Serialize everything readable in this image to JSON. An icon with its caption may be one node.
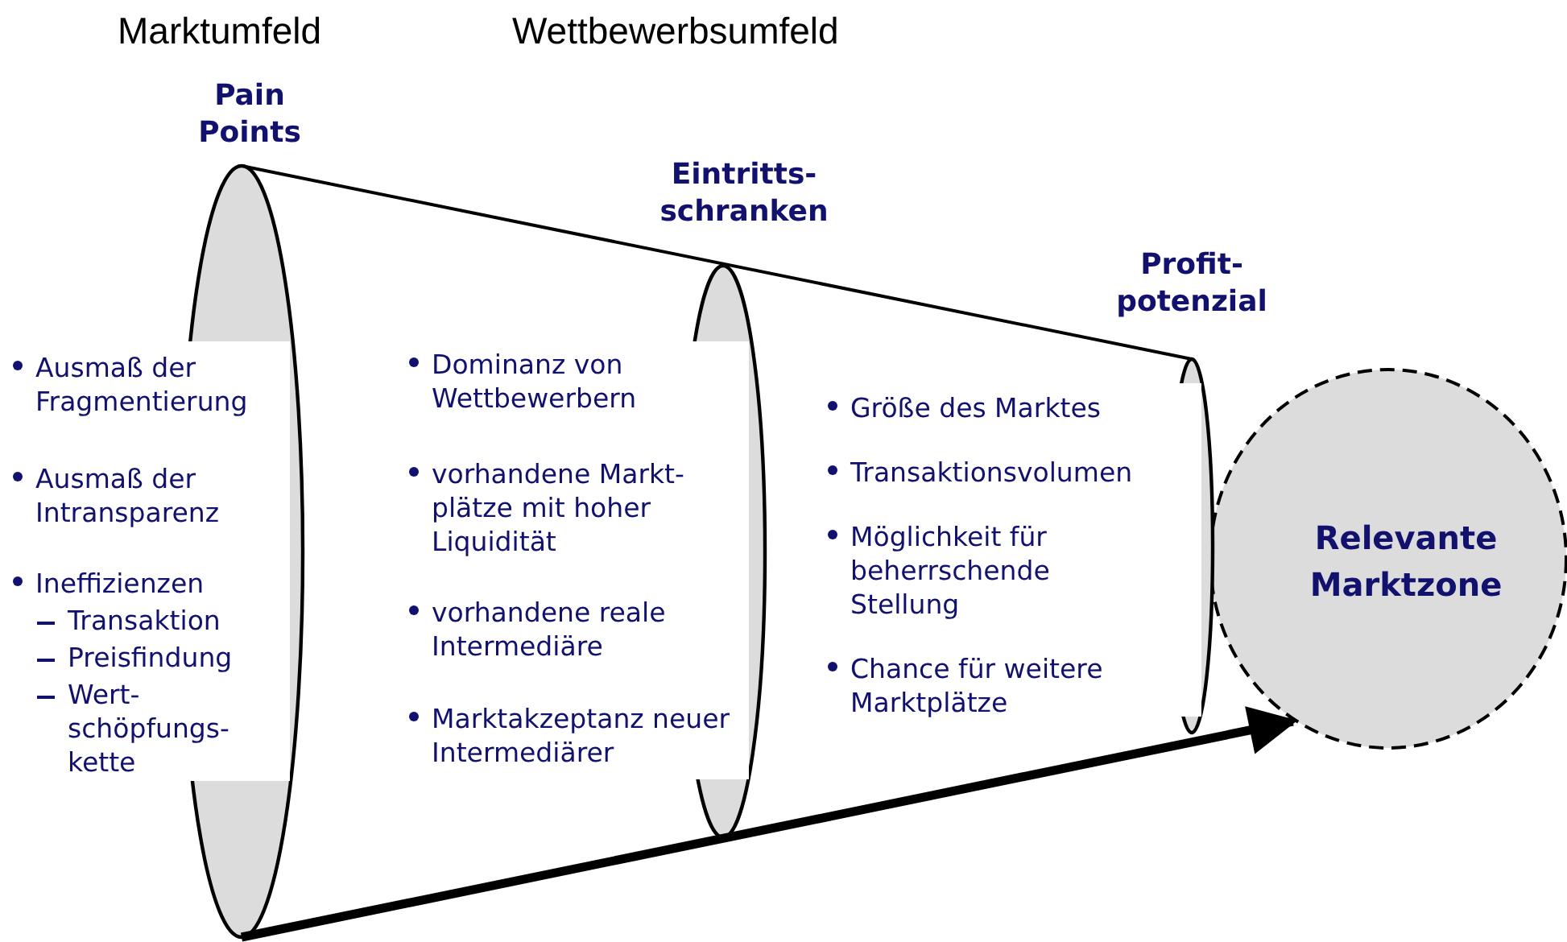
{
  "diagram": {
    "nodes": [
      {
        "text": [
          "Pain Points"
        ]
      },
      {
        "text": [
          "Ausmaß der Fragmentierung",
          "Ausmaß der Intransparenz",
          "Ineffizienzen",
          "Transaktion",
          "Preisfindung",
          "Wert- schöpfungs- kette"
        ]
      },
      {
        "text": [
          "Eintritts- schranken"
        ]
      },
      {
        "text": [
          "Dominanz von Wettbewerbern",
          "vorhandene Markt- plätze mit hoher Liquidität",
          "vorhandene reale Intermediäre",
          "Marktakzeptanz neuer Intermediärer"
        ]
      },
      {
        "text": [
          "Profit- potenzial"
        ]
      },
      {
        "text": [
          "Größe des Marktes",
          "Transaktionsvolumen",
          "Möglichkeit für beherrschende Stellung",
          "Chance für weitere Marktplätze"
        ]
      },
      {
        "text": [
          "Relevante Marktzone"
        ]
      }
    ],
    "edges": [
      {
        "from": 0,
        "to": 6,
        "arrow": "to"
      }
    ],
    "labels": [
      "Marktumfeld",
      "Wettbewerbsumfeld"
    ]
  }
}
